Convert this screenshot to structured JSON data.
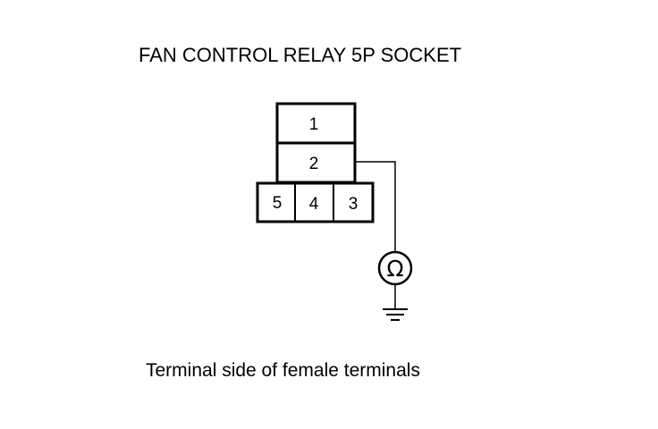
{
  "title": "FAN CONTROL RELAY 5P SOCKET",
  "caption": "Terminal side of female terminals",
  "connector": {
    "pins": {
      "p1": "1",
      "p2": "2",
      "p3": "3",
      "p4": "4",
      "p5": "5"
    }
  },
  "meter": {
    "symbol": "Ω",
    "icon": "ohmmeter-icon"
  },
  "ground": {
    "icon": "ground-icon"
  },
  "colors": {
    "line": "#000000",
    "background": "#ffffff"
  }
}
